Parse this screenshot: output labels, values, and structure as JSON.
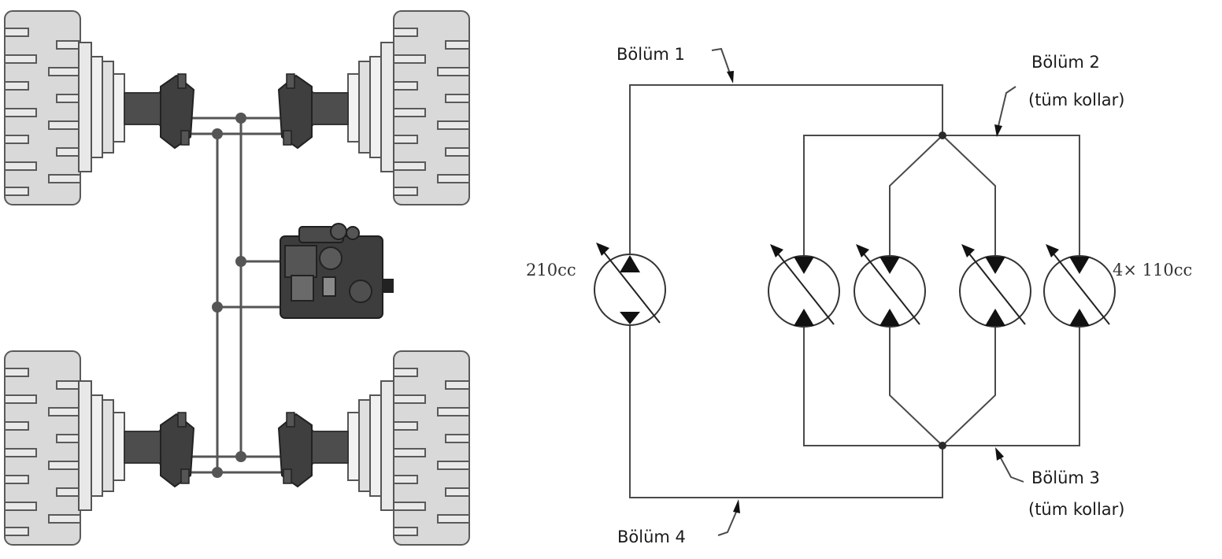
{
  "colors": {
    "tire": "#d9d9d9",
    "tire_outline": "#5a5a5a",
    "metal": "#4d4d4d",
    "line": "#4a4a4a",
    "junction": "#2a2a2a"
  },
  "vehicle": {
    "wheels": [
      "front-left",
      "front-right",
      "rear-left",
      "rear-right"
    ],
    "pump_icon": "hydraulic-pump-icon"
  },
  "schematic": {
    "section1_label": "Bölüm 1",
    "section2_label_line1": "Bölüm 2",
    "section2_label_line2": "(tüm kollar)",
    "section3_label_line1": "Bölüm 3",
    "section3_label_line2": "(tüm kollar)",
    "section4_label": "Bölüm 4",
    "pump_capacity": "210cc",
    "motor_capacity": "4× 110cc"
  }
}
